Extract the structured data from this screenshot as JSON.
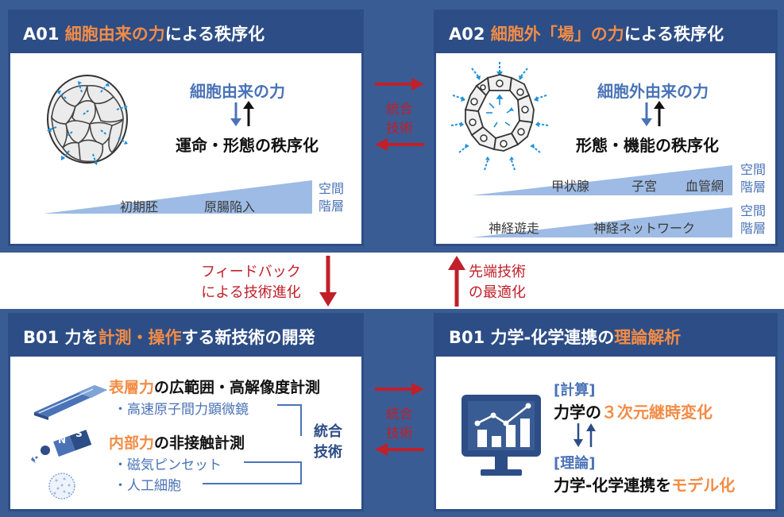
{
  "colors": {
    "navy": "#2d4d86",
    "accent_orange": "#f28c46",
    "arrow_red": "#c0202a",
    "label_blue": "#4a73b7",
    "wedge_blue": "#9dbbe4"
  },
  "a01": {
    "code": "A01 ",
    "title_accent": "細胞由来の力",
    "title_rest": "による秩序化",
    "force": "細胞由来の力",
    "result": "運命・形態の秩序化",
    "wedge": {
      "labels": [
        "初期胚",
        "原腸陥入"
      ],
      "axis": [
        "空間",
        "階層"
      ]
    }
  },
  "a02": {
    "code": "A02 ",
    "title_accent": "細胞外「場」の力",
    "title_rest": "による秩序化",
    "force": "細胞外由来の力",
    "result": "形態・機能の秩序化",
    "wedge1": {
      "labels": [
        "甲状腺",
        "子宮",
        "血管網"
      ],
      "axis": [
        "空間",
        "階層"
      ]
    },
    "wedge2": {
      "labels": [
        "神経遊走",
        "神経ネットワーク"
      ],
      "axis": [
        "空間",
        "階層"
      ]
    }
  },
  "integration_top": [
    "統合",
    "技術"
  ],
  "feedback": [
    "フィードバック",
    "による技術進化"
  ],
  "optimization": [
    "先端技術",
    "の最適化"
  ],
  "b01_left": {
    "code": "B01 ",
    "title_pre": "力を",
    "title_accent": "計測・操作",
    "title_post": "する新技術の開発",
    "item1_accent": "表層力",
    "item1_rest": "の広範囲・高解像度計測",
    "item1_sub": "・高速原子間力顕微鏡",
    "item2_accent": "内部力",
    "item2_rest": "の非接触計測",
    "item2_sub1": "・磁気ピンセット",
    "item2_sub2": "・人工細胞",
    "integration": [
      "統合",
      "技術"
    ],
    "magnet_letters": [
      "N",
      "S"
    ]
  },
  "integration_bottom": [
    "統合",
    "技術"
  ],
  "b01_right": {
    "code": "B01 ",
    "title_pre": "力学-化学連携の",
    "title_accent": "理論解析",
    "calc_label": "[計算]",
    "calc_pre": "力学の",
    "calc_accent": "３次元継時変化",
    "theory_label": "[理論]",
    "theory_pre": "力学-化学連携を",
    "theory_accent": "モデル化"
  }
}
